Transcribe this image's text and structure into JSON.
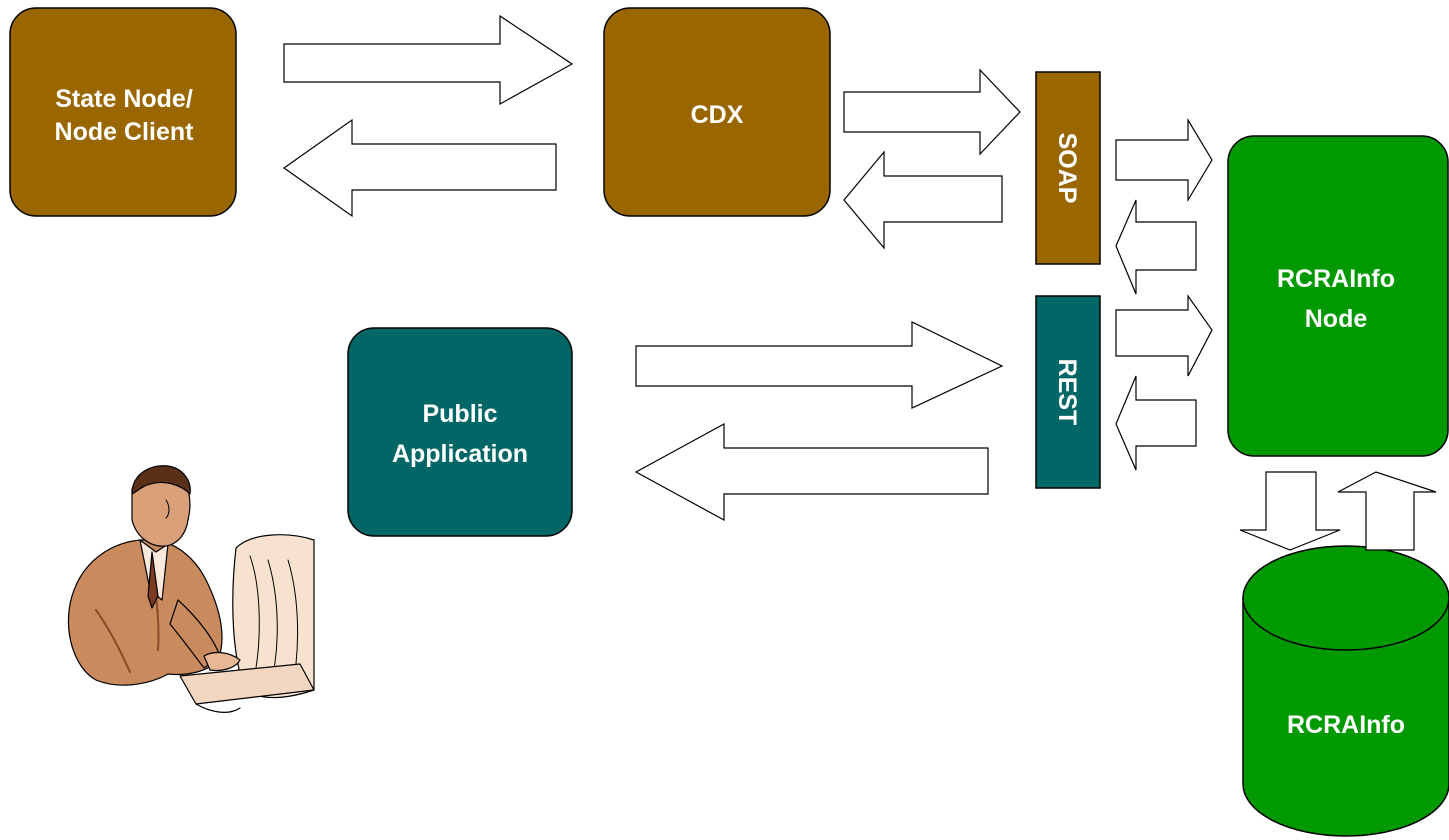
{
  "colors": {
    "brown": "#996600",
    "teal": "#006666",
    "green": "#009900",
    "text": "#ffffff",
    "arrow_fill": "#ffffff",
    "outline": "#000000"
  },
  "nodes": {
    "state_node": {
      "line1": "State Node/",
      "line2": "Node Client"
    },
    "cdx": {
      "label": "CDX"
    },
    "soap": {
      "label": "SOAP"
    },
    "rest": {
      "label": "REST"
    },
    "public_app": {
      "line1": "Public",
      "line2": "Application"
    },
    "rcrainfo_node": {
      "line1": "RCRAInfo",
      "line2": "Node"
    },
    "rcrainfo_db": {
      "label": "RCRAInfo"
    }
  },
  "icons": {
    "user": "person-at-computer-icon",
    "database": "database-cylinder-icon"
  }
}
